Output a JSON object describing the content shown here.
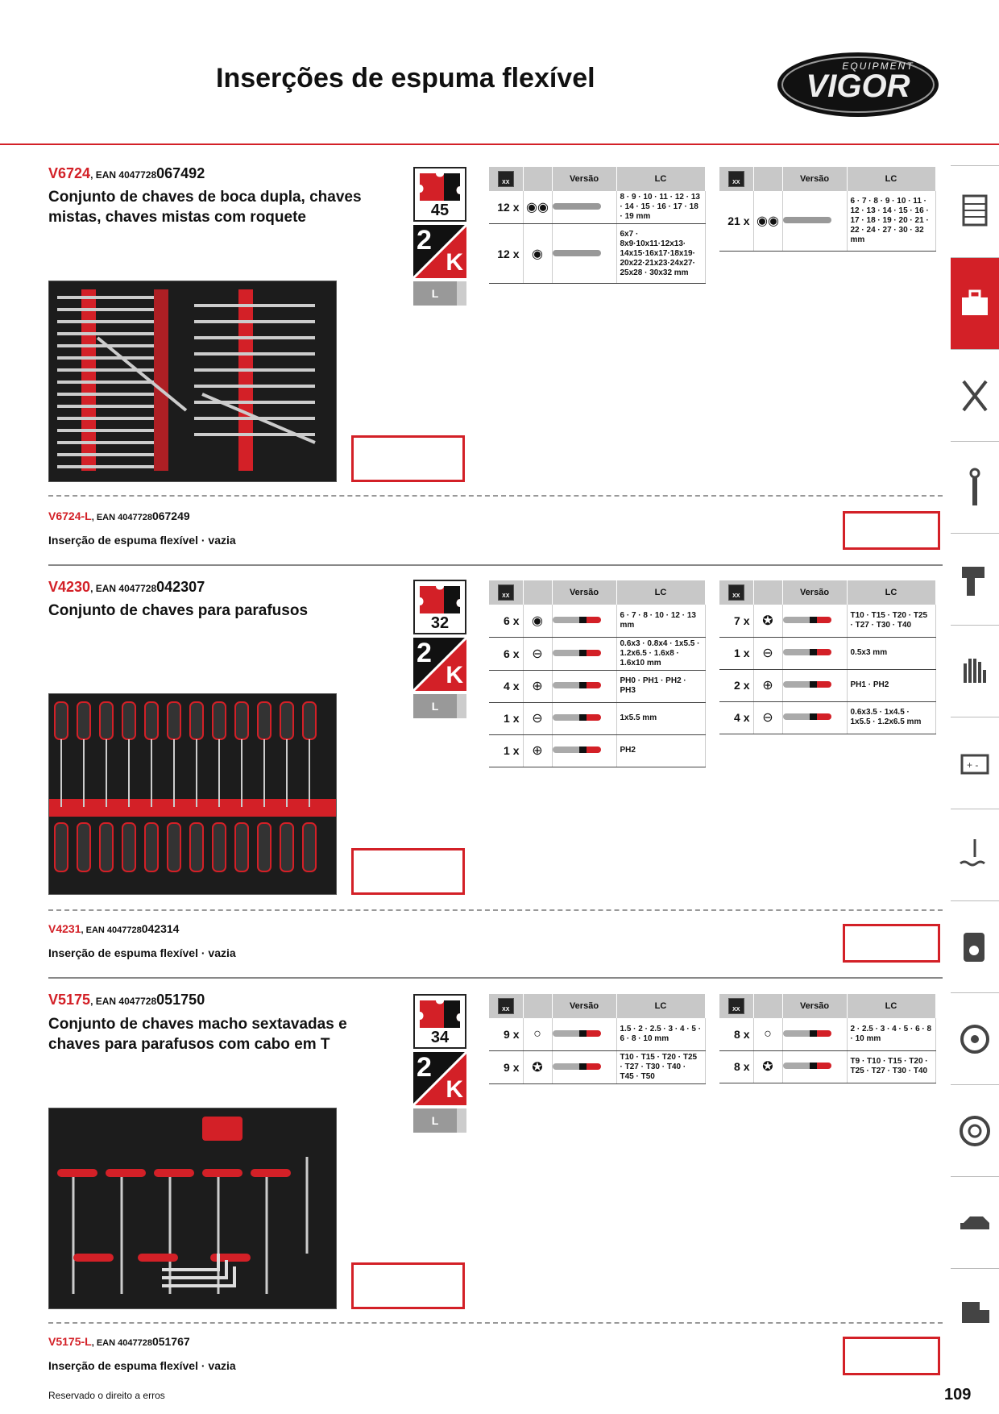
{
  "page": {
    "title": "Inserções de espuma flexível",
    "number": "109",
    "footer": "Reservado o direito a erros"
  },
  "logo": {
    "brand": "VIGOR",
    "sub": "EQUIPMENT"
  },
  "colors": {
    "accent": "#d32027"
  },
  "sidebar": {
    "icons": [
      "tool-cabinet-icon",
      "toolbox-icon",
      "wrench-screwdriver-icon",
      "torque-wrench-icon",
      "impact-wrench-icon",
      "gloves-icon",
      "battery-icon",
      "coolant-icon",
      "oil-icon",
      "brake-disc-icon",
      "wheel-icon",
      "car-body-icon",
      "truck-icon"
    ],
    "active_index": 1
  },
  "labels": {
    "ean": "EAN",
    "versao": "Versão",
    "lc": "LC",
    "xx": "XX",
    "twok_two": "2",
    "twok_k": "K",
    "l": "L"
  },
  "sections": [
    {
      "code": "V6724",
      "ean_prefix": "4047728",
      "ean_suffix": "067492",
      "description": "Conjunto de chaves de boca dupla, chaves mistas, chaves mistas com roquete",
      "pieces": "45",
      "table_left": [
        {
          "qty": "12 x",
          "sym": "◉◉",
          "lc": "8 · 9 · 10 · 11 · 12 · 13 · 14 · 15 · 16 · 17 · 18 · 19 mm"
        },
        {
          "qty": "12 x",
          "sym": "◉",
          "lc": "6x7 · 8x9·10x11·12x13· 14x15·16x17·18x19· 20x22·21x23·24x27· 25x28 · 30x32 mm"
        }
      ],
      "table_right": [
        {
          "qty": "21 x",
          "sym": "◉◉",
          "lc": "6 · 7 · 8 · 9 · 10 · 11 · 12 · 13 · 14 · 15 · 16 · 17 · 18 · 19 · 20 · 21 · 22 · 24 · 27 · 30 · 32 mm"
        }
      ],
      "sub_code": "V6724-L",
      "sub_ean_prefix": "4047728",
      "sub_ean_suffix": "067249",
      "sub_description": "Inserção de espuma flexível · vazia"
    },
    {
      "code": "V4230",
      "ean_prefix": "4047728",
      "ean_suffix": "042307",
      "description": "Conjunto de chaves para parafusos",
      "pieces": "32",
      "table_left": [
        {
          "qty": "6 x",
          "sym": "◉",
          "lc": "6 · 7 · 8 · 10 · 12 · 13 mm"
        },
        {
          "qty": "6 x",
          "sym": "⊖",
          "lc": "0.6x3 · 0.8x4 · 1x5.5 · 1.2x6.5 · 1.6x8 · 1.6x10 mm"
        },
        {
          "qty": "4 x",
          "sym": "⊕",
          "lc": "PH0 · PH1 · PH2 · PH3"
        },
        {
          "qty": "1 x",
          "sym": "⊖",
          "lc": "1x5.5 mm"
        },
        {
          "qty": "1 x",
          "sym": "⊕",
          "lc": "PH2"
        }
      ],
      "table_right": [
        {
          "qty": "7 x",
          "sym": "✪",
          "lc": "T10 · T15 · T20 · T25 · T27 · T30 · T40"
        },
        {
          "qty": "1 x",
          "sym": "⊖",
          "lc": "0.5x3 mm"
        },
        {
          "qty": "2 x",
          "sym": "⊕",
          "lc": "PH1 · PH2"
        },
        {
          "qty": "4 x",
          "sym": "⊖",
          "lc": "0.6x3.5 · 1x4.5 · 1x5.5 · 1.2x6.5 mm"
        }
      ],
      "sub_code": "V4231",
      "sub_ean_prefix": "4047728",
      "sub_ean_suffix": "042314",
      "sub_description": "Inserção de espuma flexível · vazia"
    },
    {
      "code": "V5175",
      "ean_prefix": "4047728",
      "ean_suffix": "051750",
      "description": "Conjunto de chaves macho sextavadas e chaves para parafusos com cabo em T",
      "pieces": "34",
      "table_left": [
        {
          "qty": "9 x",
          "sym": "○",
          "lc": "1.5 · 2 · 2.5 · 3 · 4 · 5 · 6 · 8 · 10 mm"
        },
        {
          "qty": "9 x",
          "sym": "✪",
          "lc": "T10 · T15 · T20 · T25 · T27 · T30 · T40 · T45 · T50"
        }
      ],
      "table_right": [
        {
          "qty": "8 x",
          "sym": "○",
          "lc": "2 · 2.5 · 3 · 4 · 5 · 6 · 8 · 10 mm"
        },
        {
          "qty": "8 x",
          "sym": "✪",
          "lc": "T9 · T10 · T15 · T20 · T25 · T27 · T30 · T40"
        }
      ],
      "sub_code": "V5175-L",
      "sub_ean_prefix": "4047728",
      "sub_ean_suffix": "051767",
      "sub_description": "Inserção de espuma flexível · vazia"
    }
  ]
}
